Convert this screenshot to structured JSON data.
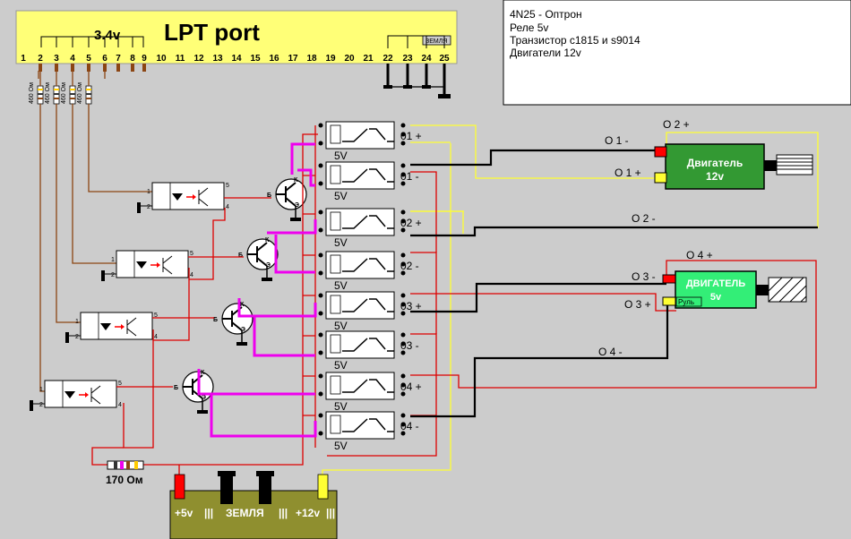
{
  "lpt": {
    "title": "LPT port",
    "voltage": "3.4v",
    "pins": [
      "1",
      "2",
      "3",
      "4",
      "5",
      "6",
      "7",
      "8",
      "9",
      "10",
      "11",
      "12",
      "13",
      "14",
      "15",
      "16",
      "17",
      "18",
      "19",
      "20",
      "21",
      "22",
      "23",
      "24",
      "25"
    ],
    "ground_label": "ЗЕМЛЯ"
  },
  "notes": [
    "4N25 - Оптрон",
    "Реле 5v",
    "Транзистор c1815 и s9014",
    "Двигатели 12v"
  ],
  "resistor_label": "460 Ом",
  "relays": [
    {
      "label": "5V",
      "contact": "01 +"
    },
    {
      "label": "5V",
      "contact": "01 -"
    },
    {
      "label": "5V",
      "contact": "02 +"
    },
    {
      "label": "5V",
      "contact": "02 -"
    },
    {
      "label": "5V",
      "contact": "03 +"
    },
    {
      "label": "5V",
      "contact": "03 -"
    },
    {
      "label": "5V",
      "contact": "04 +"
    },
    {
      "label": "5V",
      "contact": "04 -"
    }
  ],
  "transistor": {
    "b": "Б",
    "k": "К",
    "e": "Э"
  },
  "optocoupler_pins": {
    "p1": "1",
    "p2": "2",
    "p4": "4",
    "p5": "5"
  },
  "motor1": {
    "line1": "Двигатель",
    "line2": "12v"
  },
  "motor2": {
    "line1": "ДВИГАТЕЛЬ",
    "line2": "5v",
    "tag": "Руль"
  },
  "motor_wires": {
    "o2_plus": "O 2 +",
    "o1_minus": "O 1 -",
    "o1_plus": "O 1 +",
    "o2_minus": "O 2 -",
    "o4_plus": "O 4 +",
    "o3_minus": "O 3 -",
    "o3_plus": "O 3 +",
    "o4_minus": "O 4 -"
  },
  "series_resistor": "170 Ом",
  "power": {
    "plus5": "+5v",
    "sep": "|||",
    "ground": "ЗЕМЛЯ",
    "plus12": "+12v"
  },
  "colors": {
    "background": "#cccccc",
    "lpt_port": "#ffff77",
    "motor1": "#339933",
    "motor2": "#33ee77",
    "power_board": "#8f8f2f"
  }
}
